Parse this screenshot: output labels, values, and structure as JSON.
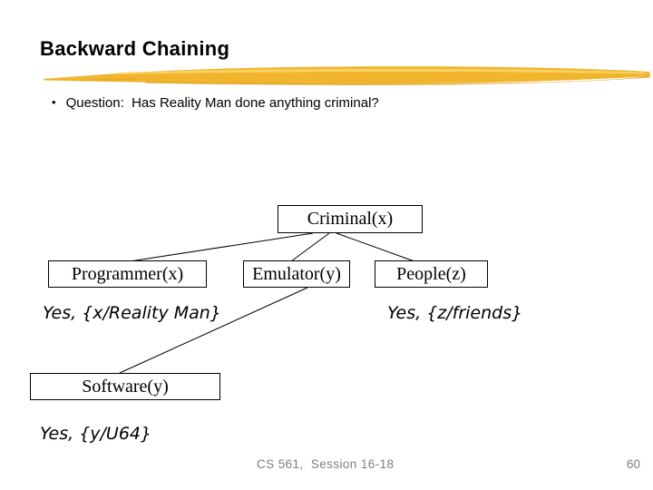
{
  "slide": {
    "title": "Backward Chaining",
    "bullet": {
      "marker": "•",
      "text": "Question:  Has Reality Man done anything criminal?"
    },
    "diagram": {
      "type": "tree",
      "nodes": [
        {
          "id": "criminal",
          "label": "Criminal(x)"
        },
        {
          "id": "programmer",
          "label": "Programmer(x)"
        },
        {
          "id": "emulator",
          "label": "Emulator(y)"
        },
        {
          "id": "people",
          "label": "People(z)"
        },
        {
          "id": "software",
          "label": "Software(y)"
        }
      ],
      "edges": [
        {
          "from": "criminal",
          "to": "programmer"
        },
        {
          "from": "criminal",
          "to": "emulator"
        },
        {
          "from": "criminal",
          "to": "people"
        },
        {
          "from": "emulator",
          "to": "software"
        }
      ],
      "answers": [
        {
          "id": "answer-x",
          "text": "Yes, {x/Reality Man}"
        },
        {
          "id": "answer-z",
          "text": "Yes, {z/friends}"
        },
        {
          "id": "answer-y",
          "text": "Yes, {y/U64}"
        }
      ]
    },
    "footer": {
      "course": "CS 561,  Session 16-18",
      "page_number": "60"
    },
    "colors": {
      "highlight_stroke_main": "#F0B52D",
      "highlight_stroke_dark": "#DD9A15",
      "highlight_stroke_light": "#F9D567",
      "footer_text": "#7F7F7F",
      "text": "#000000"
    }
  }
}
